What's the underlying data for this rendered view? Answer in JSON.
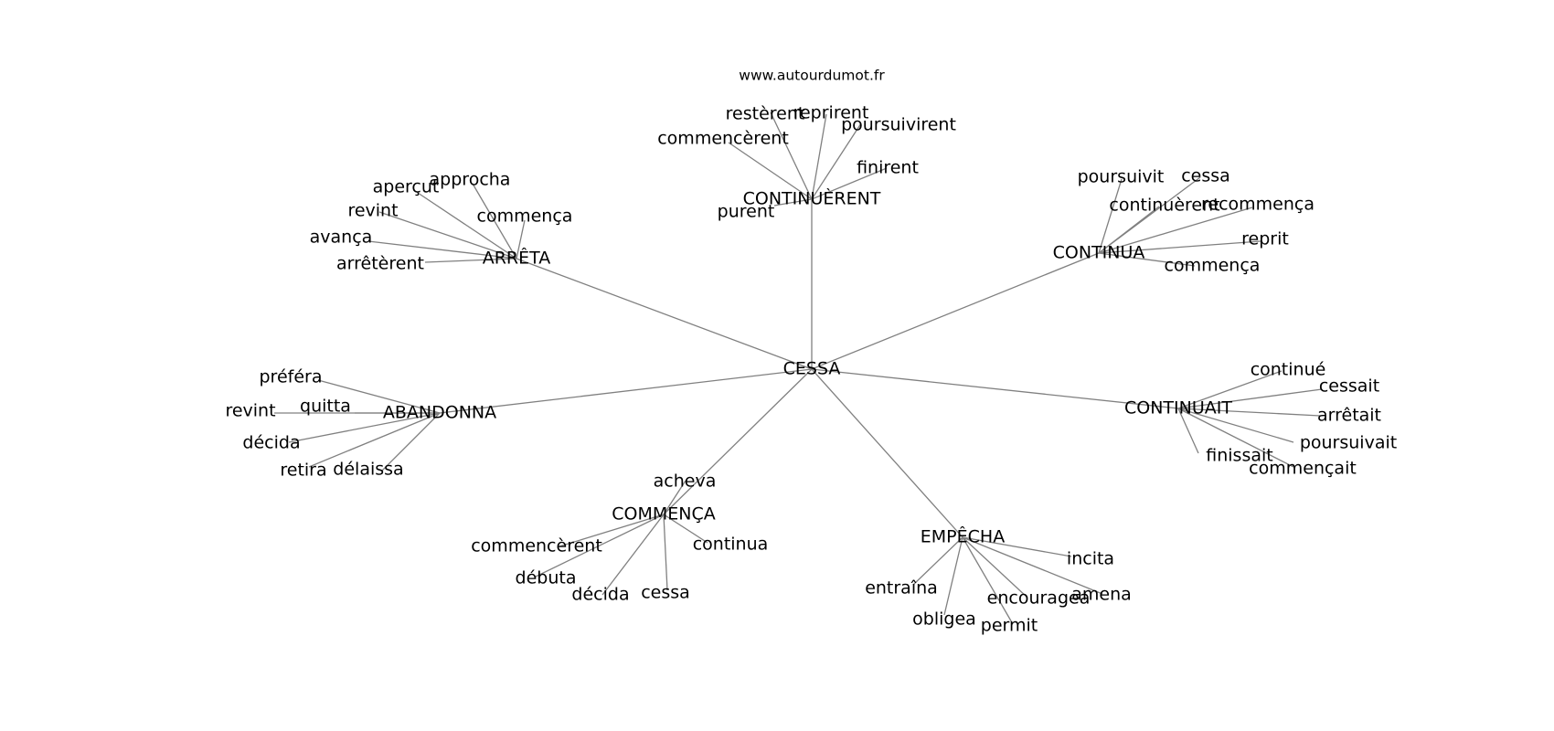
{
  "site": "www.autourdumot.fr",
  "center": "CESSA",
  "hubs": [
    {
      "label": "CONTINUÈRENT",
      "leaves": [
        "restèrent",
        "reprirent",
        "poursuivirent",
        "commencèrent",
        "finirent",
        "purent"
      ]
    },
    {
      "label": "ARRÊTA",
      "leaves": [
        "aperçut",
        "approcha",
        "revint",
        "commença",
        "avança",
        "arrêtèrent"
      ]
    },
    {
      "label": "CONTINUA",
      "leaves": [
        "poursuivit",
        "cessa",
        "continuèrent",
        "recommença",
        "reprit",
        "commença"
      ]
    },
    {
      "label": "ABANDONNA",
      "leaves": [
        "préféra",
        "quitta",
        "revint",
        "décida",
        "retira",
        "délaissa"
      ]
    },
    {
      "label": "CONTINUAIT",
      "leaves": [
        "continué",
        "cessait",
        "arrêtait",
        "poursuivait",
        "finissait",
        "commençait"
      ]
    },
    {
      "label": "COMMENÇA",
      "leaves": [
        "acheva",
        "commencèrent",
        "continua",
        "débuta",
        "décida",
        "cessa"
      ]
    },
    {
      "label": "EMPÊCHA",
      "leaves": [
        "incita",
        "entraîna",
        "encouragea",
        "amena",
        "obligea",
        "permit"
      ]
    }
  ]
}
